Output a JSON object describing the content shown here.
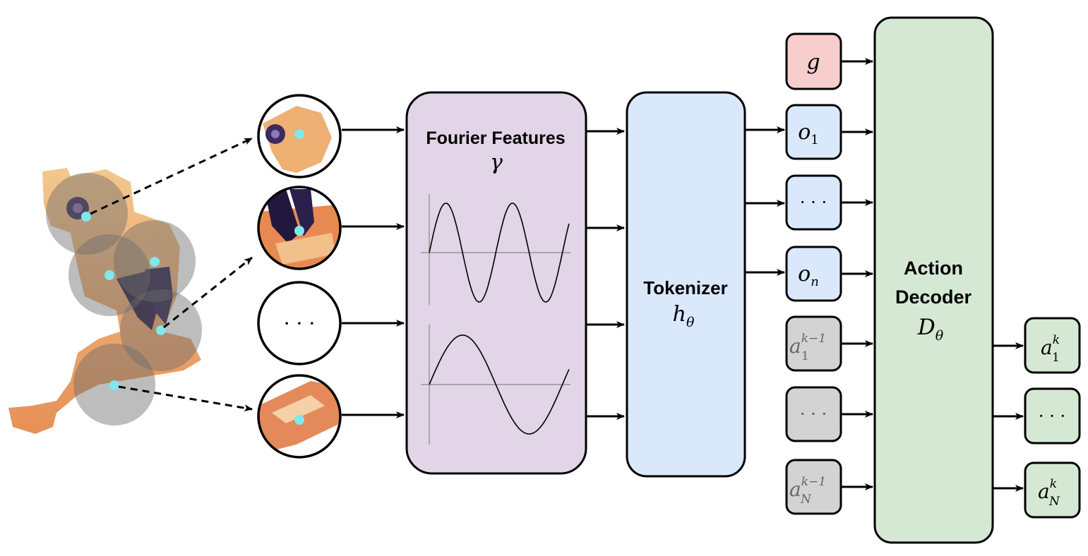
{
  "fourier": {
    "title": "Fourier Features",
    "symbol": "γ"
  },
  "tokenizer": {
    "title": "Tokenizer",
    "symbol": "h",
    "sub": "θ"
  },
  "decoder": {
    "line1": "Action",
    "line2": "Decoder",
    "symbol": "D",
    "sub": "θ"
  },
  "patch_ellipsis": "· · ·",
  "inputs": {
    "goal": "g",
    "obs_first": {
      "base": "o",
      "sub": "1"
    },
    "obs_ellipsis": "· · ·",
    "obs_last": {
      "base": "o",
      "sub": "n"
    },
    "act_prev_first": {
      "base": "a",
      "sup": "k−1",
      "sub": "1"
    },
    "act_prev_ellipsis": "· · ·",
    "act_prev_last": {
      "base": "a",
      "sup": "k−1",
      "sub": "N"
    }
  },
  "outputs": {
    "first": {
      "base": "a",
      "sup": "k",
      "sub": "1"
    },
    "ellipsis": "· · ·",
    "last": {
      "base": "a",
      "sup": "k",
      "sub": "N"
    }
  },
  "colors": {
    "fourier_fill": "#e1d5e7",
    "tokenizer_fill": "#dae8fc",
    "decoder_fill": "#d5e8d4",
    "goal_fill": "#f8cecc",
    "obs_fill": "#dae8fc",
    "action_prev_fill": "#d3d3d3",
    "output_fill": "#d5e8d4",
    "keypoint": "#7fe8ec"
  }
}
